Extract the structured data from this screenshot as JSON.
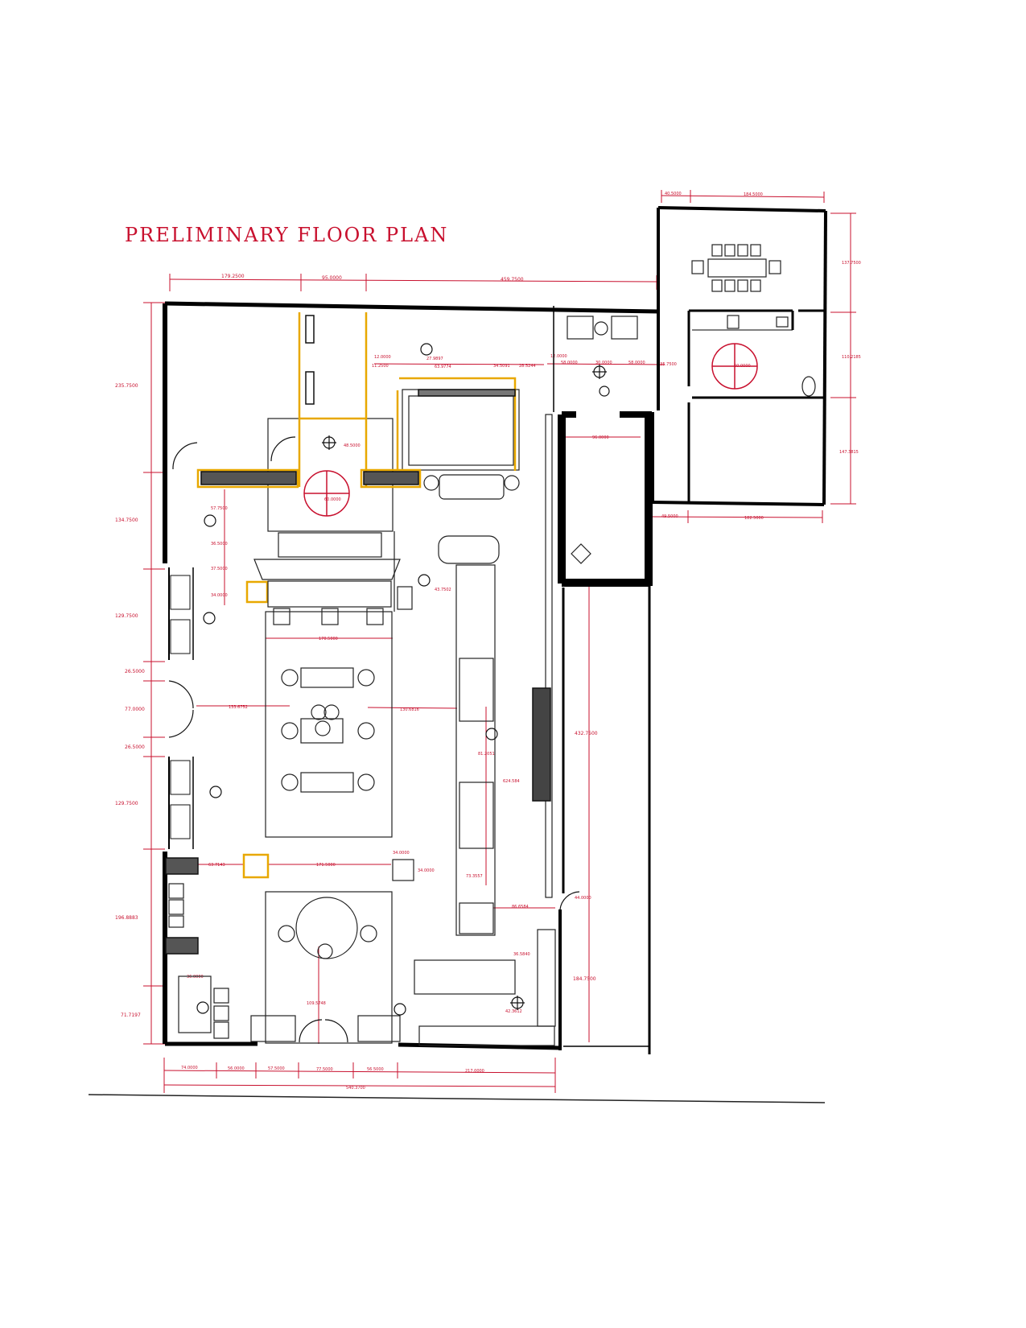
{
  "title": "PRELIMINARY FLOOR PLAN",
  "colors": {
    "dimension_red": "#c8102e",
    "wall_black": "#000000",
    "highlight_yellow": "#e8a800",
    "fixture_gray": "#222222"
  },
  "dimensions": {
    "top_a": "179.2500",
    "top_b": "95.0000",
    "top_c": "459.7500",
    "annex_top_a": "40.5000",
    "annex_top_b": "184.5000",
    "left_1": "235.7500",
    "left_2": "134.7500",
    "left_3": "129.7500",
    "left_4": "26.5000",
    "left_5": "77.0000",
    "left_6": "26.5000",
    "left_7": "129.7500",
    "left_8": "196.8883",
    "left_9": "71.7197",
    "annex_right_1": "137.7500",
    "annex_right_2": "110.2185",
    "annex_right_3": "147.3815",
    "annex_bottom_a": "49.5000",
    "annex_bottom_b": "182.5000",
    "inner_vert_1": "432.7500",
    "inner_vert_2": "184.7500",
    "bottom_a": "74.0000",
    "bottom_b": "56.0000",
    "bottom_c": "57.5000",
    "bottom_d": "77.5000",
    "bottom_e": "56.5000",
    "bottom_f": "217.0000",
    "bottom_total": "540.3700",
    "mid_a": "12.0000",
    "mid_b": "27.9897",
    "mid_c": "11.2500",
    "mid_d": "63.9774",
    "mid_e": "34.5091",
    "mid_f": "28.5244",
    "mid_g": "12.0000",
    "mid_h": "58.0000",
    "mid_i": "30.0000",
    "mid_j": "58.0000",
    "mid_k": "135.7500",
    "corridor": "96.0000",
    "circle_a": "60.0000",
    "circle_b": "60.0000",
    "fitting_a": "48.5000",
    "side_a": "57.7500",
    "side_b": "36.5000",
    "side_c": "37.5000",
    "side_d": "34.0000",
    "angle_a": "43.7502",
    "table_w": "170.5000",
    "aisle_l": "133.6752",
    "aisle_r": "130.6816",
    "counter_v": "81.2051",
    "counter_gap": "624.584",
    "lower_a": "63.7143",
    "lower_b": "171.5000",
    "cube_a": "34.0000",
    "cube_b": "34.0000",
    "counter_v2": "73.3557",
    "counter_off": "86.6584",
    "door_w": "44.0000",
    "case_off": "36.5840",
    "disp_a": "42.3612",
    "lounge_h": "109.5748",
    "fitting_b": "36.0000"
  }
}
